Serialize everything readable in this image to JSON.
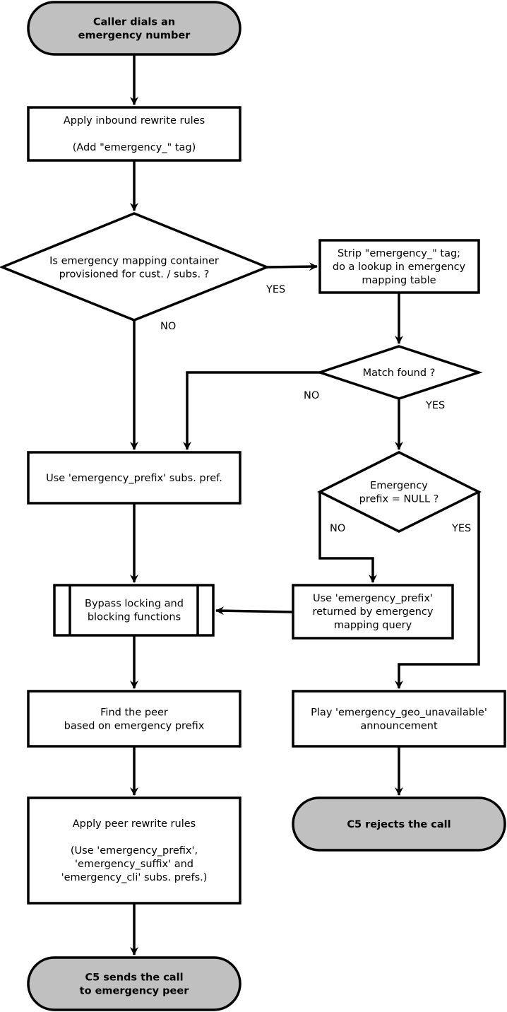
{
  "nodes": {
    "start": {
      "lines": [
        "Caller dials an",
        "emergency number"
      ]
    },
    "inbound": {
      "lines": [
        "Apply inbound rewrite rules",
        "",
        "(Add \"emergency_\" tag)"
      ]
    },
    "dec_mapping": {
      "lines": [
        "Is emergency mapping container",
        "provisioned for cust. / subs. ?"
      ]
    },
    "strip": {
      "lines": [
        "Strip \"emergency_\" tag;",
        "do a lookup in emergency",
        "mapping table"
      ]
    },
    "dec_match": {
      "lines": [
        "Match found ?"
      ]
    },
    "use_pref": {
      "lines": [
        "Use 'emergency_prefix' subs. pref."
      ]
    },
    "dec_null": {
      "lines": [
        "Emergency",
        "prefix = NULL ?"
      ]
    },
    "use_mapped": {
      "lines": [
        "Use 'emergency_prefix'",
        "returned by emergency",
        "mapping query"
      ]
    },
    "bypass": {
      "lines": [
        "Bypass locking and",
        "blocking functions"
      ]
    },
    "find_peer": {
      "lines": [
        "Find the peer",
        "based on emergency prefix"
      ]
    },
    "play": {
      "lines": [
        "Play 'emergency_geo_unavailable'",
        "announcement"
      ]
    },
    "peer_rules": {
      "lines": [
        "Apply peer rewrite rules",
        "",
        "(Use 'emergency_prefix',",
        "'emergency_suffix' and",
        "'emergency_cli' subs. prefs.)"
      ]
    },
    "reject": {
      "lines": [
        "C5 rejects the call"
      ]
    },
    "send": {
      "lines": [
        "C5 sends the call",
        "to emergency peer"
      ]
    }
  },
  "edge_labels": {
    "mapping_yes": "YES",
    "mapping_no": "NO",
    "match_no": "NO",
    "match_yes": "YES",
    "null_no": "NO",
    "null_yes": "YES"
  },
  "colors": {
    "terminal_fill": "#c0c0c0",
    "stroke": "#000000",
    "background": "#ffffff"
  }
}
